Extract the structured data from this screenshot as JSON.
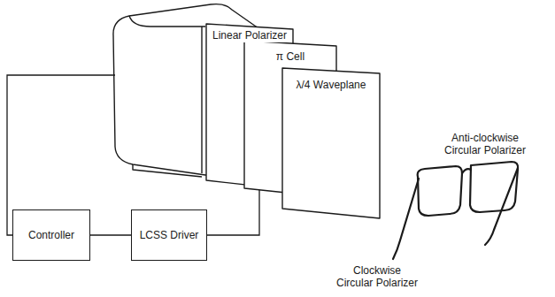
{
  "diagram": {
    "nodes": [
      {
        "text": [
          "Linear Polarizer"
        ]
      },
      {
        "text": [
          "π Cell"
        ]
      },
      {
        "text": [
          "λ/4 Waveplane"
        ]
      },
      {
        "text": [
          "Controller"
        ]
      },
      {
        "text": [
          "LCSS Driver"
        ]
      }
    ],
    "edges": [
      {
        "from": 3,
        "to": 4,
        "arrow": "none"
      },
      {
        "from": 4,
        "to": 1,
        "arrow": "none"
      }
    ],
    "labels": [
      "Anti-clockwise Circular Polarizer",
      "Clockwise Circular Polarizer"
    ]
  }
}
